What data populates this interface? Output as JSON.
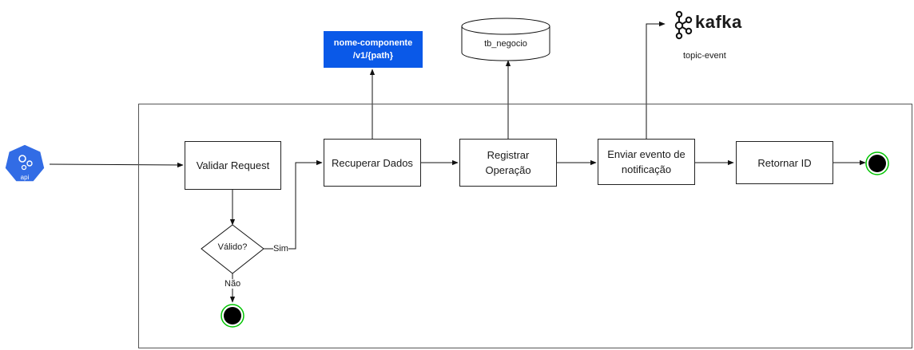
{
  "entry": {
    "badge_label": "api"
  },
  "steps": {
    "validate": "Validar Request",
    "fetch": "Recuperar Dados",
    "register_line1": "Registrar",
    "register_line2": "Operação",
    "notify_line1": "Enviar evento de",
    "notify_line2": "notificação",
    "return": "Retornar ID"
  },
  "decision": {
    "question": "Válido?",
    "yes_label": "Sim",
    "no_label": "Não"
  },
  "external_api": {
    "line1": "nome-componente",
    "line2": "/v1/{path}",
    "fill_color": "#0a59e8"
  },
  "database": {
    "name": "tb_negocio"
  },
  "kafka": {
    "logo_text": "kafka",
    "topic": "topic-event"
  },
  "colors": {
    "end_ring": "#00c400",
    "end_fill": "#000000",
    "api_badge": "#326ce5"
  }
}
